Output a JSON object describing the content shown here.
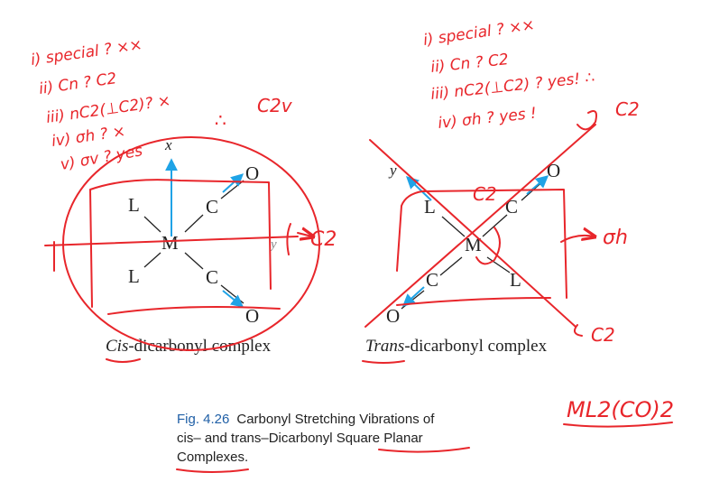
{
  "colors": {
    "ink": "#222222",
    "arrow": "#1fa3e6",
    "annotation": "#e8262b",
    "caption": "#1f5fa6"
  },
  "cis": {
    "atoms": {
      "L1": "L",
      "L2": "L",
      "M": "M",
      "C1": "C",
      "C2": "C",
      "O1": "O",
      "O2": "O"
    },
    "axis_x": "x",
    "axis_y": "y",
    "label_italic": "Cis",
    "label_rest": "-dicarbonyl complex"
  },
  "trans": {
    "atoms": {
      "L1": "L",
      "L2": "L",
      "M": "M",
      "C1": "C",
      "C2": "C",
      "O1": "O",
      "O2": "O"
    },
    "axis_y": "y",
    "label_italic": "Trans",
    "label_rest": "-dicarbonyl complex"
  },
  "caption": {
    "fig": "Fig. 4.26",
    "line1": "Carbonyl Stretching Vibrations of",
    "line2": "cis– and trans–Dicarbonyl Square Planar",
    "line3": "Complexes."
  },
  "notes_left": {
    "n1": "i) special ? ××",
    "n2": "ii) Cn ?  C2",
    "n3": "iii) nC2(⊥C2)? ×",
    "n4": "iv) σh ? ×",
    "n5": "v) σv ? yes",
    "therefore": "∴",
    "result": "C2v",
    "c2_axis": "C2"
  },
  "notes_right": {
    "n1": "i) special ? ××",
    "n2": "ii) Cn ?  C2",
    "n3": "iii) nC2(⊥C2) ? yes!  ∴",
    "n4": "iv) σh ? yes !",
    "c2_top": "C2",
    "c2_mid": "C2",
    "c2_bot": "C2",
    "sigma_h": "σh"
  },
  "formula": "ML2(CO)2"
}
